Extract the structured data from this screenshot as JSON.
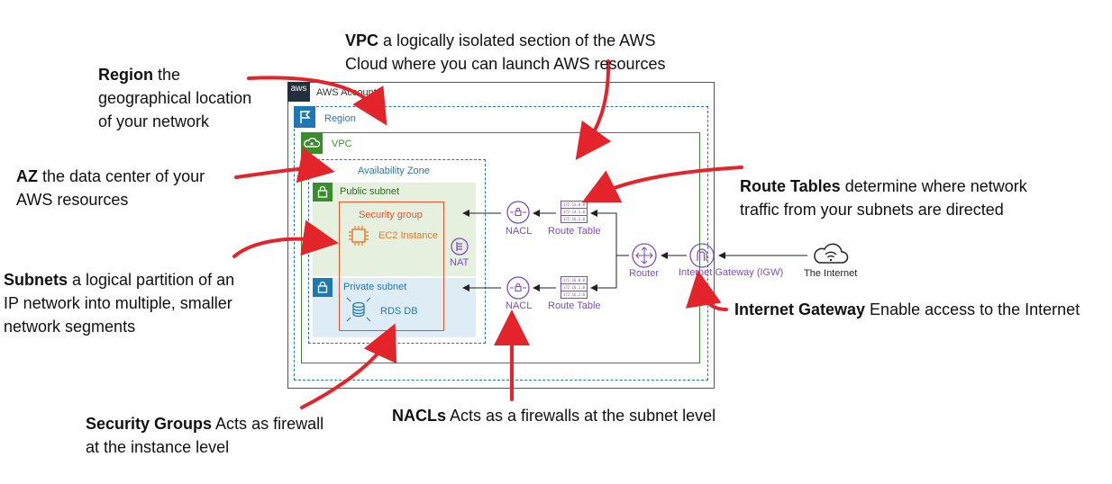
{
  "colors": {
    "account_border": "#555555",
    "region": "#1f78b4",
    "vpc": "#3a8d2c",
    "az": "#1f78b4",
    "public_subnet_bg": "#e5f0de",
    "private_subnet_bg": "#deecf5",
    "security_group": "#e8502a",
    "ec2": "#e8772a",
    "purple": "#7a4ec2",
    "red_arrow": "#e3242b"
  },
  "diagram": {
    "account_label": "AWS Account",
    "aws_logo": "aws",
    "region_label": "Region",
    "vpc_label": "VPC",
    "az_label": "Availability Zone",
    "public_subnet_label": "Public subnet",
    "private_subnet_label": "Private subnet",
    "security_group_label": "Security group",
    "ec2_label": "EC2 Instance",
    "nat_label": "NAT",
    "rds_label": "RDS DB",
    "nacl_label": "NACL",
    "route_table_label": "Route Table",
    "router_label": "Router",
    "igw_label": "Internet Gateway (IGW)",
    "internet_label": "The Internet",
    "rt_rows_top": [
      "172.15.0.0",
      "172.14.1.0",
      "172.16.2.0"
    ],
    "rt_rows_bottom": [
      "172.16.0.0",
      "172.16.1.0",
      "172.16.2.0"
    ]
  },
  "annotations": {
    "vpc": {
      "term": "VPC",
      "line1": " a logically isolated section of the AWS",
      "line2": "Cloud where you can launch AWS resources"
    },
    "region": {
      "term": "Region",
      "line1": " the",
      "line2": "geographical location",
      "line3": "of your network"
    },
    "az": {
      "term": "AZ",
      "line1": " the data center of your",
      "line2": "AWS resources"
    },
    "subnets": {
      "term": "Subnets",
      "line1": " a logical partition of an",
      "line2": "IP network into multiple, smaller",
      "line3": "network segments"
    },
    "security_groups": {
      "term": "Security Groups",
      "line1": " Acts as firewall",
      "line2": "at the instance level"
    },
    "nacls": {
      "term": "NACLs",
      "line1": " Acts as a firewalls at the subnet level"
    },
    "route_tables": {
      "term": "Route Tables",
      "line1": " determine where network",
      "line2": "traffic from your subnets are directed"
    },
    "igw": {
      "term": "Internet Gateway",
      "line1": " Enable access to the Internet"
    }
  }
}
